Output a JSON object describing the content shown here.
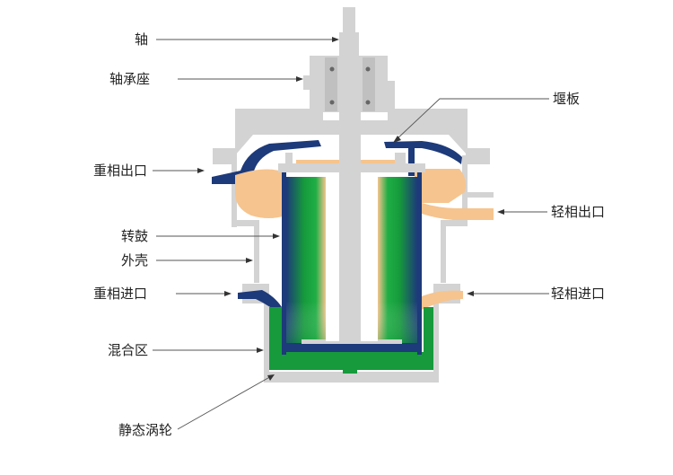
{
  "labels": {
    "shaft": "轴",
    "bearing_housing": "轴承座",
    "weir_plate": "堰板",
    "heavy_phase_outlet": "重相出口",
    "light_phase_outlet": "轻相出口",
    "rotor_drum": "转鼓",
    "outer_shell": "外壳",
    "heavy_phase_inlet": "重相进口",
    "light_phase_inlet": "轻相进口",
    "mixing_zone": "混合区",
    "static_turbine": "静态涡轮"
  },
  "colors": {
    "housing": "#d3d3d3",
    "housing_edge": "#b7b7b7",
    "heavy_phase": "#1d3a7a",
    "light_phase": "#f6c48e",
    "mixed_phase": "#169a3c",
    "interior": "#ffffff"
  }
}
